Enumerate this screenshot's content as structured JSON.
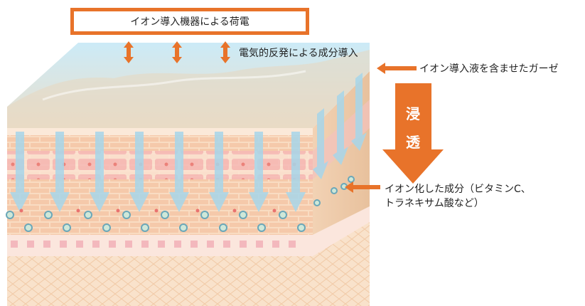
{
  "title": "イオン導入機器による荷電",
  "repulsion_label": "電気的反発による成分導入",
  "gauze_label": "イオン導入液を含ませたガーゼ",
  "permeation_chars": [
    "浸",
    "透"
  ],
  "ionized_label_line1": "イオン化した成分（ビタミンC、",
  "ionized_label_line2": "トラネキサム酸など）",
  "colors": {
    "accent": "#e8732a",
    "gel": "#bfe3f4",
    "epidermis": "#f7dcc3",
    "dermis": "#f9e6d3",
    "pink_cells": "#f6b9b6",
    "ion_arrows": "#9fd3e8"
  }
}
